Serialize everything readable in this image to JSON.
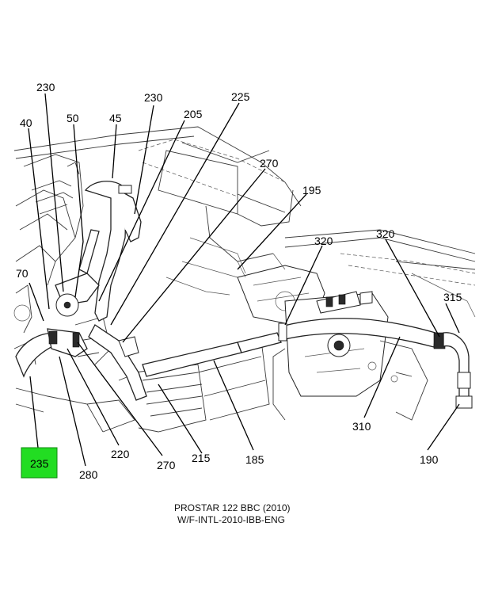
{
  "callouts": {
    "c230a": "230",
    "c230b": "230",
    "c40": "40",
    "c50": "50",
    "c45": "45",
    "c205": "205",
    "c225": "225",
    "c270a": "270",
    "c195": "195",
    "c320a": "320",
    "c320b": "320",
    "c70": "70",
    "c315": "315",
    "c310": "310",
    "c190": "190",
    "c185": "185",
    "c215": "215",
    "c270b": "270",
    "c220": "220",
    "c280": "280",
    "c235": "235"
  },
  "highlight": {
    "label": "235",
    "color": "#22dd22"
  },
  "caption": {
    "line1": "PROSTAR 122 BBC (2010)",
    "line2": "W/F-INTL-2010-IBB-ENG"
  }
}
